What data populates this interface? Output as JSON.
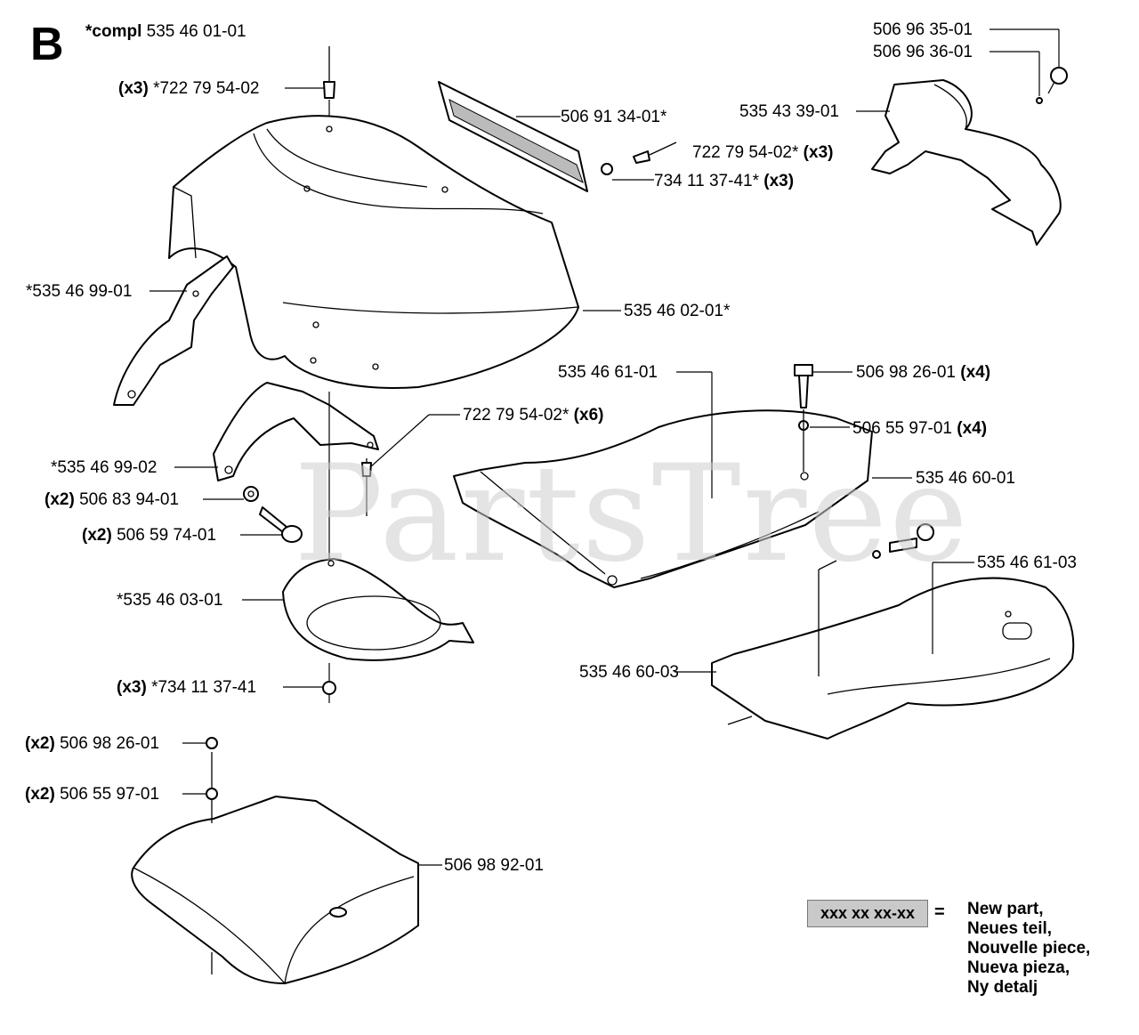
{
  "section": "B",
  "compl": {
    "prefix": "*compl",
    "number": "535 46 01-01"
  },
  "watermark": "PartsTree",
  "labels": [
    {
      "id": "l01",
      "qty": "(x3)",
      "pn": "*722 79 54-02",
      "suffix": ""
    },
    {
      "id": "l02",
      "qty": "",
      "pn": "506 91 34-01*",
      "suffix": ""
    },
    {
      "id": "l03",
      "qty": "",
      "pn": "722 79 54-02*",
      "suffix": "(x3)"
    },
    {
      "id": "l04",
      "qty": "",
      "pn": "734 11 37-41*",
      "suffix": "(x3)"
    },
    {
      "id": "l05",
      "qty": "",
      "pn": "506 96 35-01",
      "suffix": ""
    },
    {
      "id": "l06",
      "qty": "",
      "pn": "506 96 36-01",
      "suffix": ""
    },
    {
      "id": "l07",
      "qty": "",
      "pn": "535 43 39-01",
      "suffix": ""
    },
    {
      "id": "l08",
      "qty": "",
      "pn": "*535 46 99-01",
      "suffix": ""
    },
    {
      "id": "l09",
      "qty": "",
      "pn": "535 46 02-01*",
      "suffix": ""
    },
    {
      "id": "l10",
      "qty": "",
      "pn": "535 46 61-01",
      "suffix": ""
    },
    {
      "id": "l11",
      "qty": "",
      "pn": "506 98 26-01",
      "suffix": "(x4)"
    },
    {
      "id": "l12",
      "qty": "",
      "pn": "722 79 54-02*",
      "suffix": "(x6)"
    },
    {
      "id": "l13",
      "qty": "",
      "pn": "506 55 97-01",
      "suffix": "(x4)"
    },
    {
      "id": "l14",
      "qty": "",
      "pn": "*535 46 99-02",
      "suffix": ""
    },
    {
      "id": "l15",
      "qty": "",
      "pn": "535 46 60-01",
      "suffix": ""
    },
    {
      "id": "l16",
      "qty": "(x2)",
      "pn": "506 83 94-01",
      "suffix": ""
    },
    {
      "id": "l17",
      "qty": "(x2)",
      "pn": "506 59 74-01",
      "suffix": ""
    },
    {
      "id": "l18",
      "qty": "",
      "pn": "535 46 61-03",
      "suffix": ""
    },
    {
      "id": "l19",
      "qty": "",
      "pn": "*535 46 03-01",
      "suffix": ""
    },
    {
      "id": "l20",
      "qty": "",
      "pn": "535 46 60-03",
      "suffix": ""
    },
    {
      "id": "l21",
      "qty": "(x3)",
      "pn": "*734 11 37-41",
      "suffix": ""
    },
    {
      "id": "l22",
      "qty": "(x2)",
      "pn": "506 98 26-01",
      "suffix": ""
    },
    {
      "id": "l23",
      "qty": "(x2)",
      "pn": "506 55 97-01",
      "suffix": ""
    },
    {
      "id": "l24",
      "qty": "",
      "pn": "506 98 92-01",
      "suffix": ""
    }
  ],
  "legend": {
    "box": "xxx xx xx-xx",
    "equals": "=",
    "lines": [
      "New part,",
      "Neues teil,",
      "Nouvelle piece,",
      "Nueva pieza,",
      "Ny detalj"
    ]
  }
}
